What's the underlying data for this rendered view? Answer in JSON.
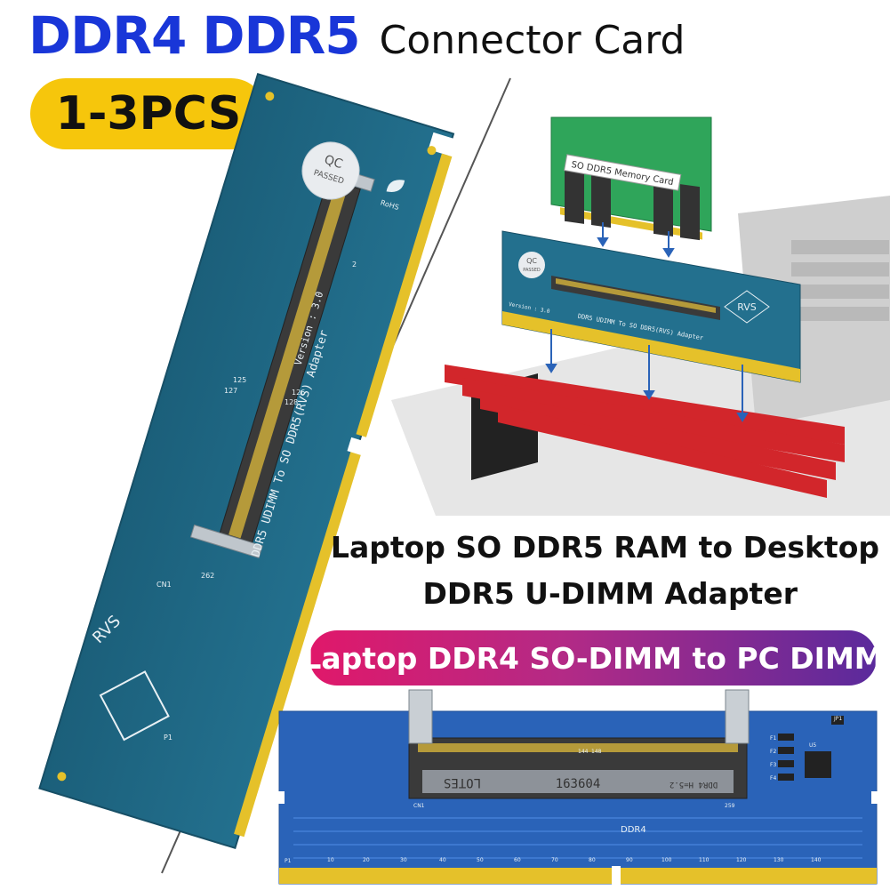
{
  "header": {
    "ddr4": "DDR4",
    "ddr5": "DDR5",
    "connector": "Connector Card",
    "pcs_badge": "1-3PCS"
  },
  "left_card": {
    "qc_line1": "QC",
    "qc_line2": "PASSED",
    "rohs": "RoHS",
    "version": "Version : 3.0",
    "adapter_text": "DDR5 UDIMM To SO DDR5(RVS) Adapter",
    "rvs": "RVS",
    "pin_127": "127",
    "pin_128": "128",
    "pin_125": "125",
    "pin_126": "126",
    "pin_2": "2",
    "pin_262": "262",
    "cn1": "CN1",
    "p1": "P1"
  },
  "scene": {
    "memory_card_label": "SO DDR5 Memory Card",
    "qc_line1": "QC",
    "qc_line2": "PASSED",
    "rvs": "RVS",
    "adapter_text": "DDR5 UDIMM To SO DDR5(RVS) Adapter",
    "version": "Version : 3.0"
  },
  "descriptions": {
    "line1": "Laptop SO DDR5 RAM to Desktop",
    "line2": "DDR5 U-DIMM Adapter",
    "pill": "Laptop DDR4 SO-DIMM to PC DIMM"
  },
  "ddr4_card": {
    "chip_label": "163604",
    "chip_left": "LOTES",
    "chip_right": "DDR4 H=5.2",
    "ddr4": "DDR4",
    "pin_144": "144",
    "pin_148": "148",
    "pin_259": "259",
    "jp1": "JP1",
    "cn1": "CN1",
    "p1": "P1",
    "f1": "F1",
    "f2": "F2",
    "f3": "F3",
    "f4": "F4",
    "u5": "U5",
    "scale": [
      "10",
      "20",
      "30",
      "40",
      "50",
      "60",
      "70",
      "80",
      "90",
      "100",
      "110",
      "120",
      "130",
      "140"
    ]
  },
  "colors": {
    "title_blue": "#1936d8",
    "badge_yellow": "#f6c60c",
    "pcb_teal": "#1f6a86",
    "pcb_blue": "#2a63b8",
    "gold": "#e5c12a",
    "ram_green": "#2fa55a",
    "slot_red": "#d2262b"
  }
}
